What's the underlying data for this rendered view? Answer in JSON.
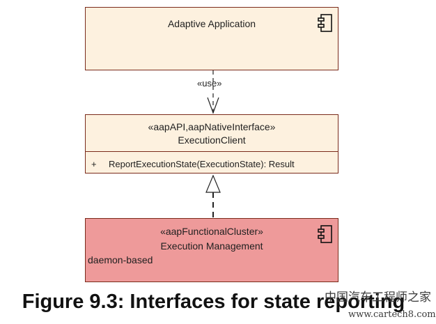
{
  "adaptive_application": {
    "name": "Adaptive Application"
  },
  "use_label": "«use»",
  "execution_client": {
    "stereotype": "«aapAPI,aapNativeInterface»",
    "name": "ExecutionClient",
    "operation_visibility": "+",
    "operation": "ReportExecutionState(ExecutionState): Result"
  },
  "execution_management": {
    "stereotype": "«aapFunctionalCluster»",
    "name": "Execution Management",
    "note": "daemon-based"
  },
  "caption": "Figure 9.3: Interfaces for state reporting",
  "watermark": {
    "cn": "中国汽车工程师之家",
    "url": "www.cartech8.com"
  },
  "colors": {
    "box_fill": "#fdf1df",
    "cluster_fill": "#ee9a9a",
    "border": "#7a2a1a"
  },
  "icons": {
    "component": "component-icon"
  }
}
